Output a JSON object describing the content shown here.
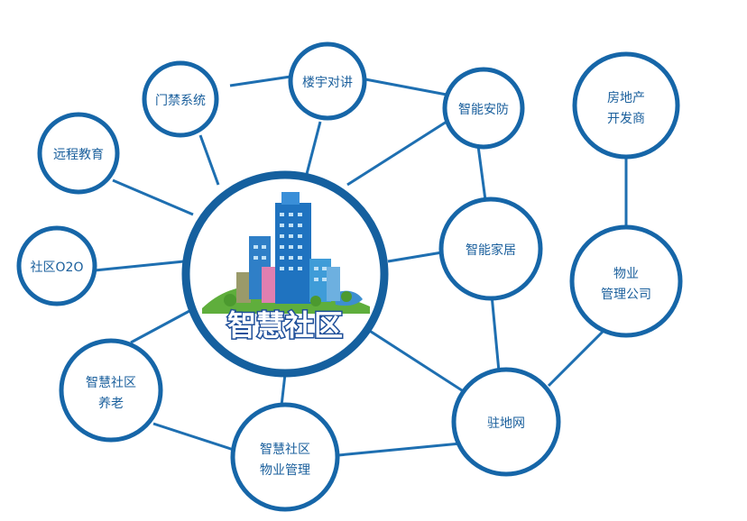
{
  "diagram": {
    "hub": {
      "title": "智慧社区"
    },
    "nodes": {
      "remote_education": "远程教育",
      "access_control": "门禁系统",
      "building_intercom": "楼宇对讲",
      "smart_security": "智能安防",
      "real_estate_developer": [
        "房地产",
        "开发商"
      ],
      "community_o2o": "社区O2O",
      "smart_home": "智能家居",
      "property_company": [
        "物业",
        "管理公司"
      ],
      "smart_elderly_care": [
        "智慧社区",
        "养老"
      ],
      "smart_property_management": [
        "智慧社区",
        "物业管理"
      ],
      "resident_network": "驻地网"
    }
  },
  "colors": {
    "node_border": "#1666a8",
    "link": "#1e6fb1",
    "label": "#1a5f9c",
    "hub_title_fill": "#ffffff",
    "hub_title_outline": "#1f4f9a"
  }
}
